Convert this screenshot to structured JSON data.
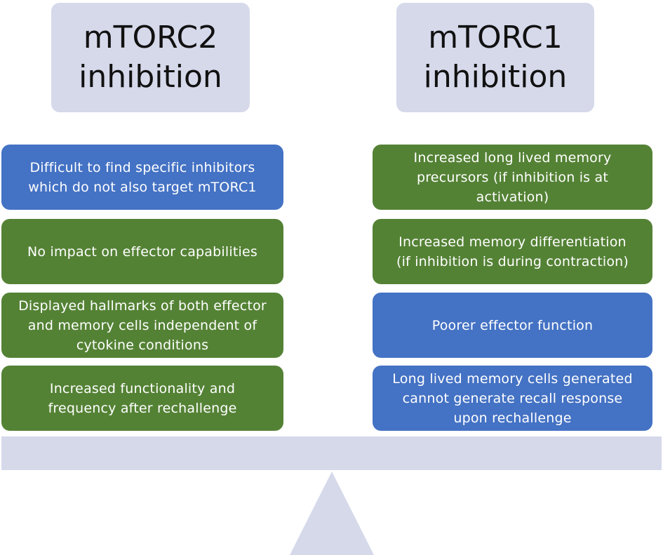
{
  "headers": {
    "left": [
      "mTORC2",
      "inhibition"
    ],
    "right": [
      "mTORC1",
      "inhibition"
    ]
  },
  "left_items": [
    {
      "lines": [
        "Difficult to find specific inhibitors",
        "which do not also target mTORC1"
      ],
      "color": "blue"
    },
    {
      "lines": [
        "No impact on effector capabilities"
      ],
      "color": "green"
    },
    {
      "lines": [
        "Displayed hallmarks of both effector",
        "and memory cells independent of",
        "cytokine conditions"
      ],
      "color": "green"
    },
    {
      "lines": [
        "Increased functionality and",
        "frequency after rechallenge"
      ],
      "color": "green"
    }
  ],
  "right_items": [
    {
      "lines": [
        "Increased long lived memory",
        "precursors (if inhibition is at",
        "activation)"
      ],
      "color": "green"
    },
    {
      "lines": [
        "Increased memory differentiation",
        "(if inhibition is during contraction)"
      ],
      "color": "green"
    },
    {
      "lines": [
        "Poorer effector function"
      ],
      "color": "blue"
    },
    {
      "lines": [
        "Long lived memory cells generated",
        "cannot generate recall response",
        "upon rechallenge"
      ],
      "color": "blue"
    }
  ],
  "colors": {
    "blue": "#4472c4",
    "green": "#548235",
    "lavender": "#d6d9ea"
  }
}
